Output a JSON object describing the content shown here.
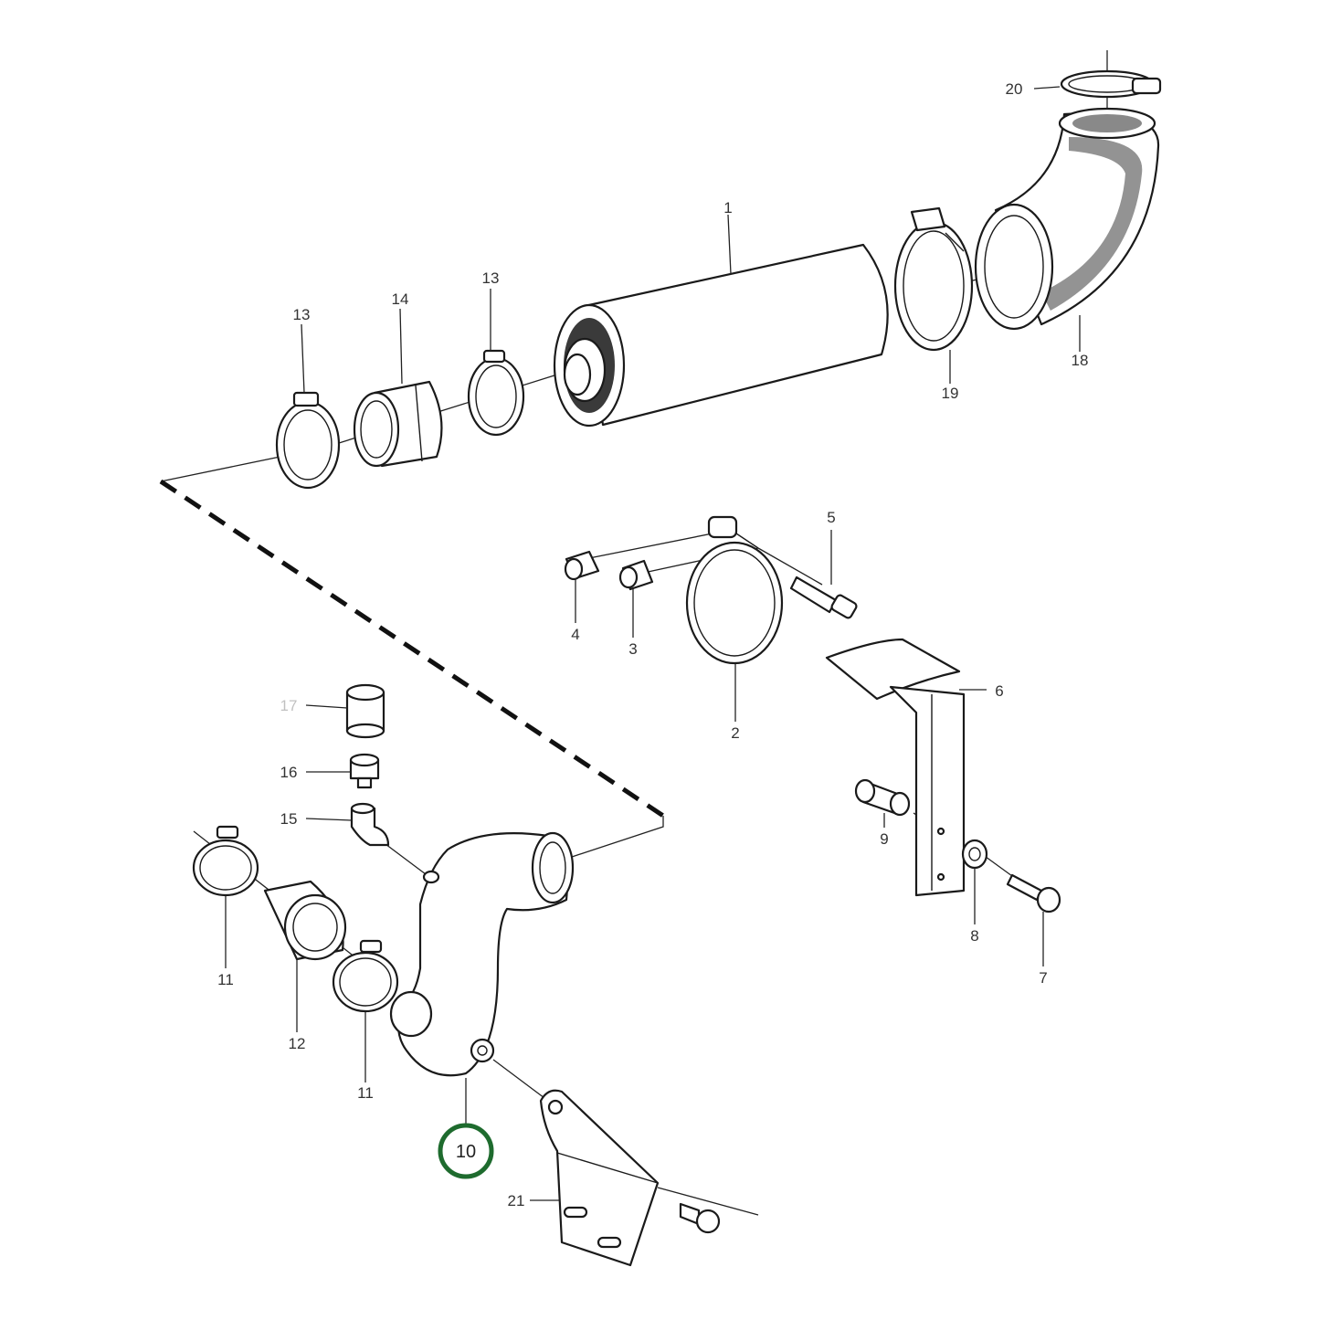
{
  "diagram": {
    "callouts": {
      "c1": "1",
      "c2": "2",
      "c3": "3",
      "c4": "4",
      "c5": "5",
      "c6": "6",
      "c7": "7",
      "c8": "8",
      "c9": "9",
      "c10": "10",
      "c11a": "11",
      "c11b": "11",
      "c12": "12",
      "c13a": "13",
      "c13b": "13",
      "c14": "14",
      "c15": "15",
      "c16": "16",
      "c17": "17",
      "c18": "18",
      "c19": "19",
      "c20": "20",
      "c21": "21"
    },
    "highlight": {
      "callout": "10",
      "color": "#1e6b2e"
    }
  }
}
